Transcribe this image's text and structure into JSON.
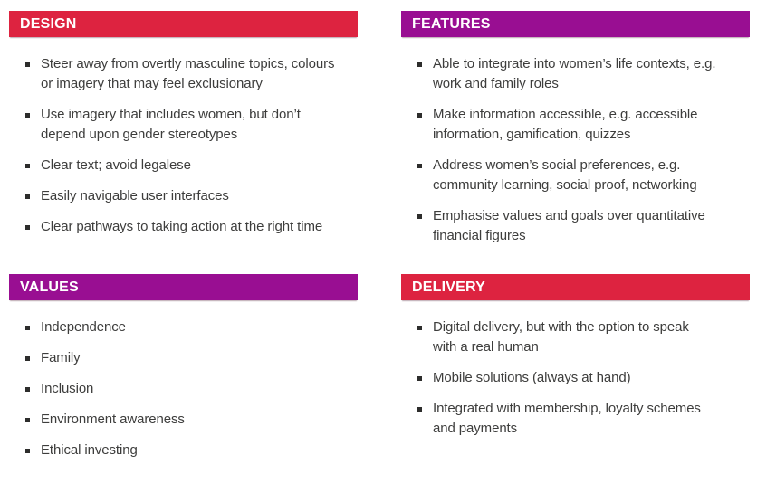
{
  "colors": {
    "red": "#DD2340",
    "purple": "#990E92",
    "header_text": "#FFFFFF",
    "body_text": "#3D3D3C",
    "bullet": "#2D2D2C",
    "background": "#FFFFFF"
  },
  "panels": [
    {
      "title": "DESIGN",
      "accent": "red",
      "items": [
        "Steer away from overtly masculine topics, colours\nor imagery that may feel exclusionary",
        "Use imagery that includes women, but don’t\ndepend upon gender stereotypes",
        "Clear text; avoid legalese",
        "Easily navigable user interfaces",
        "Clear pathways to taking action at the right time"
      ]
    },
    {
      "title": "FEATURES",
      "accent": "purple",
      "items": [
        "Able to integrate into women’s life contexts, e.g.\nwork and family roles",
        "Make information accessible, e.g. accessible\ninformation, gamification, quizzes",
        "Address women’s social preferences, e.g.\ncommunity learning, social proof, networking",
        "Emphasise values and goals over quantitative\nfinancial figures"
      ]
    },
    {
      "title": "VALUES",
      "accent": "purple",
      "items": [
        "Independence",
        "Family",
        "Inclusion",
        "Environment awareness",
        "Ethical investing"
      ]
    },
    {
      "title": "DELIVERY",
      "accent": "red",
      "items": [
        "Digital delivery, but with the option to speak\nwith a real human",
        "Mobile solutions (always at hand)",
        "Integrated with membership, loyalty schemes\nand payments"
      ]
    }
  ]
}
